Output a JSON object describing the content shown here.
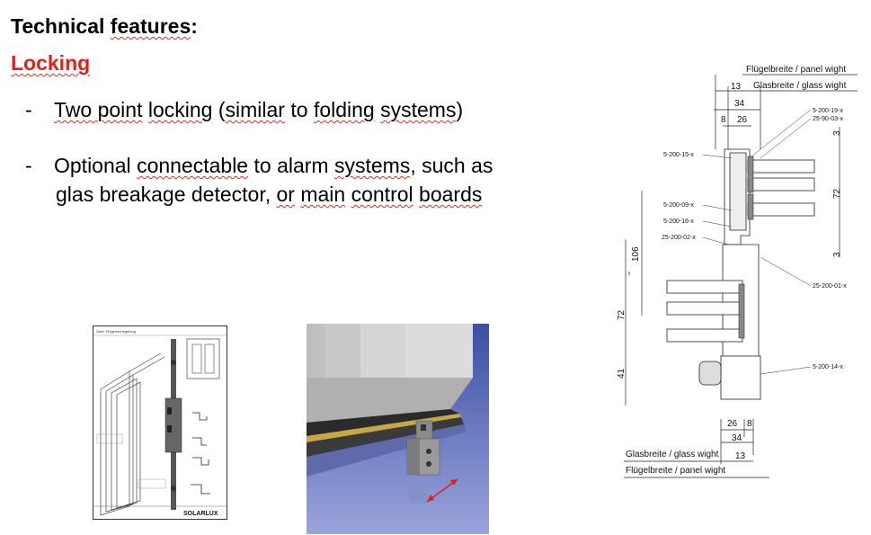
{
  "slide": {
    "title_a": "Technical ",
    "title_b": "features",
    "title_c": ":",
    "subtitle": "Locking",
    "bullets": {
      "dash": "-",
      "b1": {
        "w1": "Two ",
        "w2": "point",
        " w3": "",
        "w4": "locking",
        "w5": " (",
        "w6": "similar",
        " w7": "",
        "w8": "to",
        "w9": " ",
        "w10": "folding",
        "w11": " ",
        "w12": "systems",
        "w13": ")"
      },
      "b2": {
        "l1a": "Optional ",
        "l1b": "connectable",
        " l1c": "",
        "l1d": "to alarm ",
        "l1e": "systems",
        ", l1f": "",
        "l1f2": ", such as",
        "l2a": "glas breakage detector, ",
        "l2b": "or",
        " l2c": "",
        "l2d": "main",
        " l2e": "",
        "l2f": "control",
        " l2g": "",
        "l2h": "boards"
      }
    }
  },
  "drawing": {
    "top_labels": [
      "Flügelbreite / panel wight",
      "Glasbreite / glass wight"
    ],
    "bottom_labels": [
      "Glasbreite / glass wight",
      "Flügelbreite / panel wight"
    ],
    "dims": [
      "13",
      "34",
      "8",
      "26",
      "3",
      "72",
      "3",
      "106",
      "72",
      "41",
      "26",
      "8",
      "34",
      "13"
    ],
    "parts": [
      "5-200-19-x",
      "25-90-03-x",
      "5-200-15-x",
      "5-200-09-x",
      "5-200-16-x",
      "25-200-02-x",
      "25-200-01-x",
      "5-200-14-x"
    ]
  },
  "thumb": {
    "header": "Zeile: Flügelverriegelung",
    "footer": "SOLARLUX"
  },
  "colors": {
    "accent": "#e0201b",
    "arrow": "#e02020"
  }
}
